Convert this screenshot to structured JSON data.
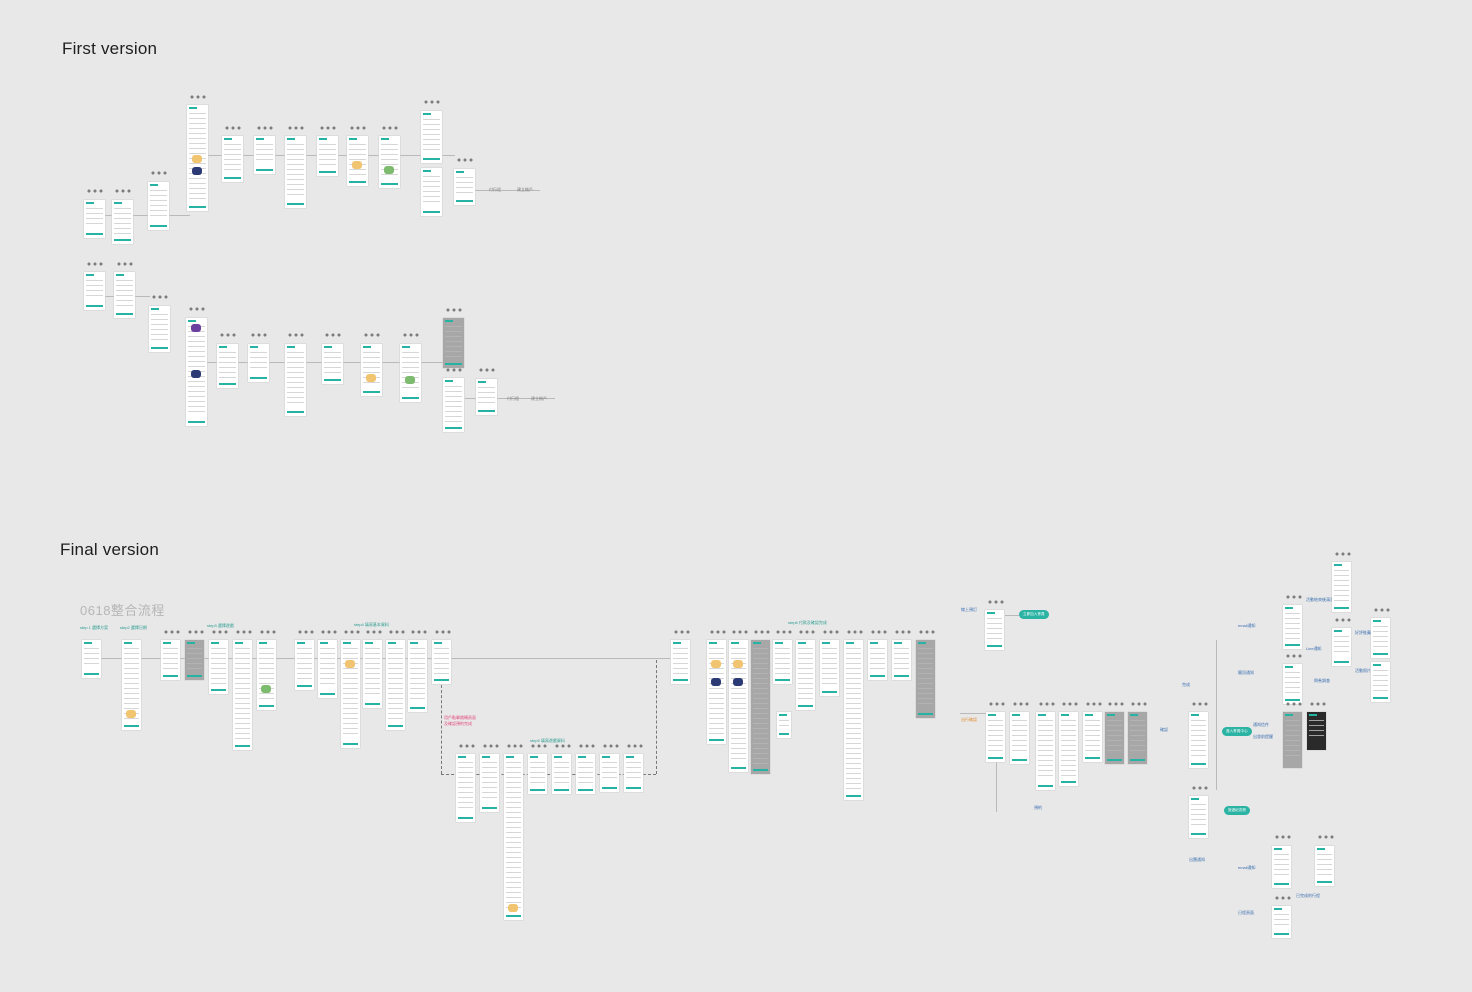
{
  "sections": {
    "first": {
      "title": "First version"
    },
    "final": {
      "title": "Final  version",
      "flow_title": "0618整合流程"
    }
  },
  "flow_tags": {
    "row1_end_a": "付行程",
    "row1_end_b": "建立帳戶",
    "row2_end_a": "付行程",
    "row2_end_b": "建立帳戶",
    "step_1": "step 1 選擇方案",
    "step_2": "step2 選擇日期",
    "step_3": "step3 選擇遊戲",
    "step_4": "step4 填寫基本資料",
    "step_5": "step5 填寫遊戲資料",
    "step_6": "step6 付款及確認完成",
    "note_red": "用戶點擊跳轉頁面\n及確認預約完成",
    "right_1": "線上預訂",
    "right_2": "出行確認",
    "right_3": "預約",
    "right_4": "確認",
    "right_5": "完成",
    "right_6": "通知信件",
    "right_7": "出發前提醒",
    "right_8": "email通知",
    "right_9": "簡訊通知",
    "right_10": "活動結束後滿意度",
    "right_11": "Line通知",
    "right_12": "問卷調查",
    "right_13": "好評推薦",
    "right_14": "活動照片",
    "right_15": "出團通知",
    "right_16": "email通知",
    "right_17": "日程頁面",
    "right_18": "已完成的行程"
  },
  "pills": {
    "p1": "立即加入會員",
    "p2": "進入會員中心",
    "p3": "旅遊紀念冊"
  },
  "colors": {
    "accent": "#2bb3a4",
    "canvas": "#e8e8e8",
    "label_note": "#e34b7d",
    "label_status": "#e08a2c"
  }
}
